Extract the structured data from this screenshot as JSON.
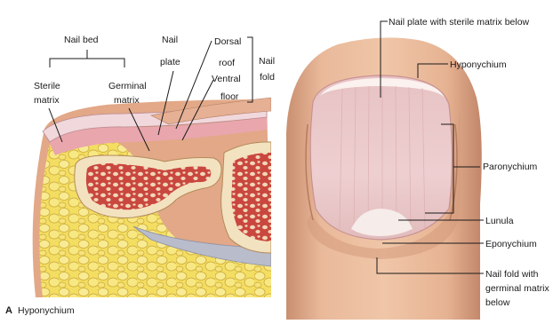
{
  "left_figure": {
    "panel_letter": "A",
    "labels": {
      "nail_bed": "Nail bed",
      "sterile_line1": "Sterile",
      "sterile_line2": "matrix",
      "germinal_line1": "Germinal",
      "germinal_line2": "matrix",
      "nail_line1": "Nail",
      "nail_line2": "plate",
      "dorsal_line1": "Dorsal",
      "dorsal_line2": "roof",
      "ventral_line1": "Ventral",
      "ventral_line2": "floor",
      "fold_line1": "Nail",
      "fold_line2": "fold",
      "hyponychium": "Hyponychium"
    }
  },
  "right_figure": {
    "labels": {
      "nail_plate": "Nail plate with sterile matrix below",
      "hyponychium": "Hyponychium",
      "paronychium": "Paronychium",
      "lunula": "Lunula",
      "eponychium": "Eponychium",
      "fold_line1": "Nail fold with",
      "fold_line2": "germinal matrix",
      "fold_line3": "below"
    }
  },
  "colors": {
    "background": "#ffffff",
    "skin": "#e8b99a",
    "skin_shadow": "#c98d6c",
    "fat": "#f2dc5a",
    "bone_cortex": "#f3e2c0",
    "marrow": "#c9473f",
    "nail_plate": "#efd3d3",
    "lunula": "#f6ecea"
  }
}
